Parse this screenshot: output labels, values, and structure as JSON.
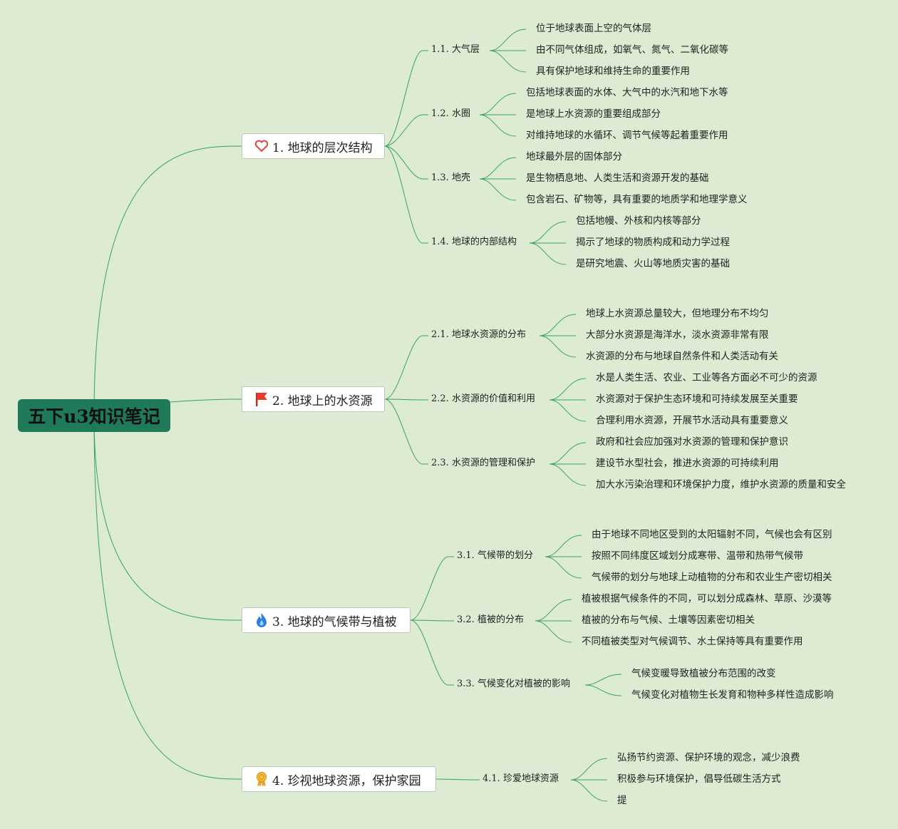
{
  "root": {
    "title": "五下u3知识笔记"
  },
  "colors": {
    "background": "#dcebd2",
    "line": "#3aa06a",
    "root_fill": "#1f7a5a"
  },
  "topics": [
    {
      "label": "1. 地球的层次结构",
      "icon": "heart-icon",
      "subs": [
        {
          "label": "1.1. 大气层",
          "leaves": [
            "位于地球表面上空的气体层",
            "由不同气体组成，如氧气、氮气、二氧化碳等",
            "具有保护地球和维持生命的重要作用"
          ]
        },
        {
          "label": "1.2. 水圈",
          "leaves": [
            "包括地球表面的水体、大气中的水汽和地下水等",
            "是地球上水资源的重要组成部分",
            "对维持地球的水循环、调节气候等起着重要作用"
          ]
        },
        {
          "label": "1.3. 地壳",
          "leaves": [
            "地球最外层的固体部分",
            "是生物栖息地、人类生活和资源开发的基础",
            "包含岩石、矿物等，具有重要的地质学和地理学意义"
          ]
        },
        {
          "label": "1.4. 地球的内部结构",
          "leaves": [
            "包括地幔、外核和内核等部分",
            "揭示了地球的物质构成和动力学过程",
            "是研究地震、火山等地质灾害的基础"
          ]
        }
      ]
    },
    {
      "label": "2. 地球上的水资源",
      "icon": "red-flag-icon",
      "subs": [
        {
          "label": "2.1. 地球水资源的分布",
          "leaves": [
            "地球上水资源总量较大，但地理分布不均匀",
            "大部分水资源是海洋水，淡水资源非常有限",
            "水资源的分布与地球自然条件和人类活动有关"
          ]
        },
        {
          "label": "2.2. 水资源的价值和利用",
          "leaves": [
            "水是人类生活、农业、工业等各方面必不可少的资源",
            "水资源对于保护生态环境和可持续发展至关重要",
            "合理利用水资源，开展节水活动具有重要意义"
          ]
        },
        {
          "label": "2.3. 水资源的管理和保护",
          "leaves": [
            "政府和社会应加强对水资源的管理和保护意识",
            "建设节水型社会，推进水资源的可持续利用",
            "加大水污染治理和环境保护力度，维护水资源的质量和安全"
          ]
        }
      ]
    },
    {
      "label": "3. 地球的气候带与植被",
      "icon": "fire-icon",
      "subs": [
        {
          "label": "3.1. 气候带的划分",
          "leaves": [
            "由于地球不同地区受到的太阳辐射不同，气候也会有区别",
            "按照不同纬度区域划分成寒带、温带和热带气候带",
            "气候带的划分与地球上动植物的分布和农业生产密切相关"
          ]
        },
        {
          "label": "3.2. 植被的分布",
          "leaves": [
            "植被根据气候条件的不同，可以划分成森林、草原、沙漠等",
            "植被的分布与气候、土壤等因素密切相关",
            "不同植被类型对气候调节、水土保持等具有重要作用"
          ]
        },
        {
          "label": "3.3. 气候变化对植被的影响",
          "leaves": [
            "气候变暖导致植被分布范围的改变",
            "气候变化对植物生长发育和物种多样性造成影响"
          ]
        }
      ]
    },
    {
      "label": "4. 珍视地球资源，保护家园",
      "icon": "medal-icon",
      "subs": [
        {
          "label": "4.1. 珍爱地球资源",
          "leaves": [
            "弘扬节约资源、保护环境的观念，减少浪费",
            "积极参与环境保护，倡导低碳生活方式",
            "提"
          ]
        }
      ]
    }
  ]
}
